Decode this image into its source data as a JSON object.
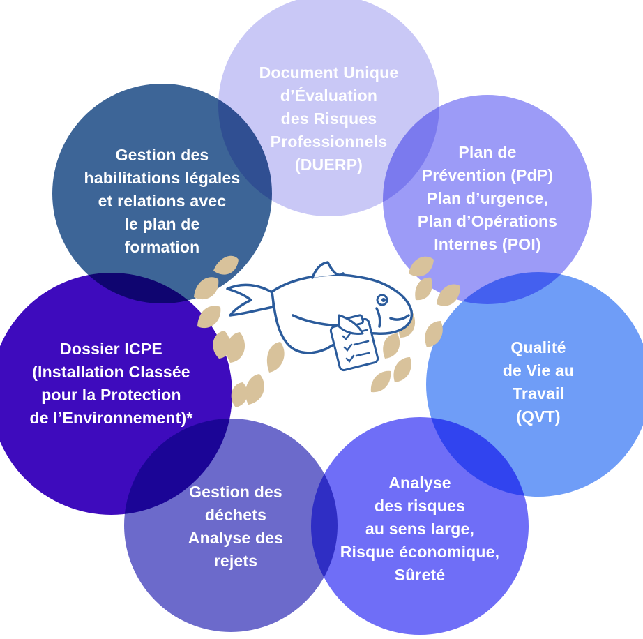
{
  "colors": {
    "duerp": "#c9c8f6",
    "pdp": "#9c9bf7",
    "qvt": "#6f9df7",
    "risques": "#6f6ef7",
    "dechets": "#6c6acb",
    "icpe": "#3e0bbd",
    "habilitations": "#3d6597",
    "laurel": "#d8c29b",
    "shark_outline": "#2b5b9b"
  },
  "circles": [
    {
      "id": "duerp",
      "lines": [
        "Document Unique",
        "d’Évaluation",
        "des Risques",
        "Professionnels",
        "(DUERP)"
      ]
    },
    {
      "id": "pdp",
      "lines": [
        "Plan de",
        "Prévention (PdP)",
        "Plan d’urgence,",
        "Plan d’Opérations",
        "Internes (POI)"
      ]
    },
    {
      "id": "qvt",
      "lines": [
        "Qualité",
        "de Vie au",
        "Travail",
        "(QVT)"
      ]
    },
    {
      "id": "risques",
      "lines": [
        "Analyse",
        "des risques",
        "au sens large,",
        "Risque économique,",
        "Sûreté"
      ]
    },
    {
      "id": "dechets",
      "lines": [
        "Gestion des",
        "déchets",
        "Analyse des",
        "rejets"
      ]
    },
    {
      "id": "icpe",
      "lines": [
        "Dossier ICPE",
        "(Installation Classée",
        "pour la Protection",
        "de l’Environnement)*"
      ]
    },
    {
      "id": "habilitations",
      "lines": [
        "Gestion des",
        "habilitations légales",
        "et relations avec",
        "le plan de",
        "formation"
      ]
    }
  ],
  "center_icon": "shark-with-clipboard-icon",
  "decoration_icon": "laurel-wreath-icon"
}
